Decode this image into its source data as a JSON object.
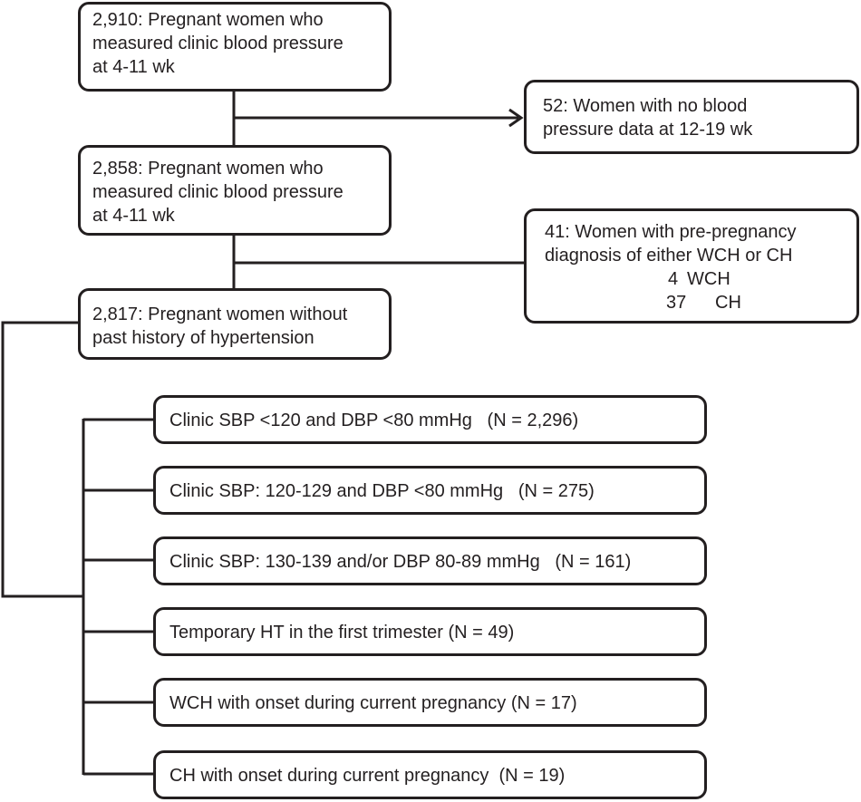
{
  "top_box": {
    "lines": [
      "2,910: Pregnant women who",
      "measured clinic blood pressure",
      "at 4-11 wk"
    ]
  },
  "excl_box_1": {
    "lines": [
      "52: Women with no blood",
      "pressure data at 12-19 wk"
    ]
  },
  "mid_box": {
    "lines": [
      "2,858: Pregnant women who",
      "measured clinic blood pressure",
      "at 4-11 wk"
    ]
  },
  "excl_box_2": {
    "lines": [
      "41: Women with pre-pregnancy",
      "diagnosis of either WCH or CH"
    ],
    "breakdown": [
      {
        "count": "4",
        "label": "WCH"
      },
      {
        "count": "37",
        "label": "CH"
      }
    ]
  },
  "cohort_box": {
    "lines": [
      "2,817: Pregnant women without",
      "past history of hypertension"
    ]
  },
  "categories": [
    "Clinic SBP <120 and DBP <80 mmHg   (N = 2,296)",
    "Clinic SBP: 120-129 and DBP <80 mmHg   (N = 275)",
    "Clinic SBP: 130-139 and/or DBP 80-89 mmHg   (N = 161)",
    "Temporary HT in the first trimester (N = 49)",
    "WCH with onset during current pregnancy (N = 17)",
    "CH with onset during current pregnancy  (N = 19)"
  ]
}
